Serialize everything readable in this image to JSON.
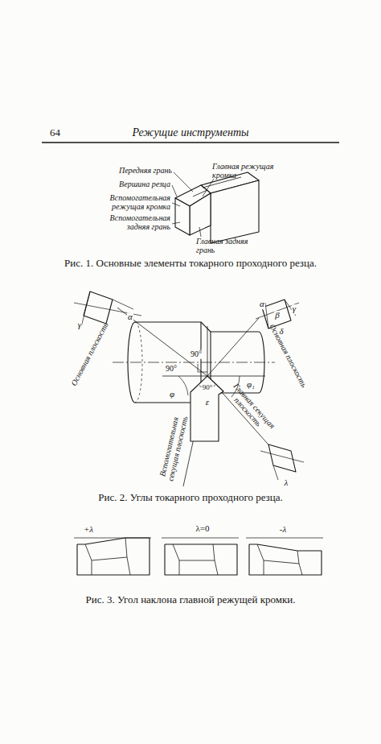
{
  "diagram": {
    "labels": [
      "64",
      "Режущие инструменты",
      "Передняя грань",
      "Главная режущая кромка",
      "Вершина резца",
      "Вспомогательная режущая кромка",
      "Вспомогательная задняя грань",
      "Главная задняя грань",
      "Рис. 1. Основные элементы токарного проходного резца.",
      "γ",
      "α",
      "Основная плоскость",
      "α",
      "β",
      "γ",
      "δ",
      "Основная плоскость",
      "90°",
      "90°",
      "90°",
      "φ",
      "φ₁",
      "ε",
      "Главная секущая плоскость",
      "Вспомогательная секущая плоскость",
      "λ",
      "Рис. 2. Углы токарного проходного резца.",
      "+λ",
      "λ=0",
      "-λ",
      "Рис. 3. Угол наклона главной режущей кромки."
    ]
  }
}
